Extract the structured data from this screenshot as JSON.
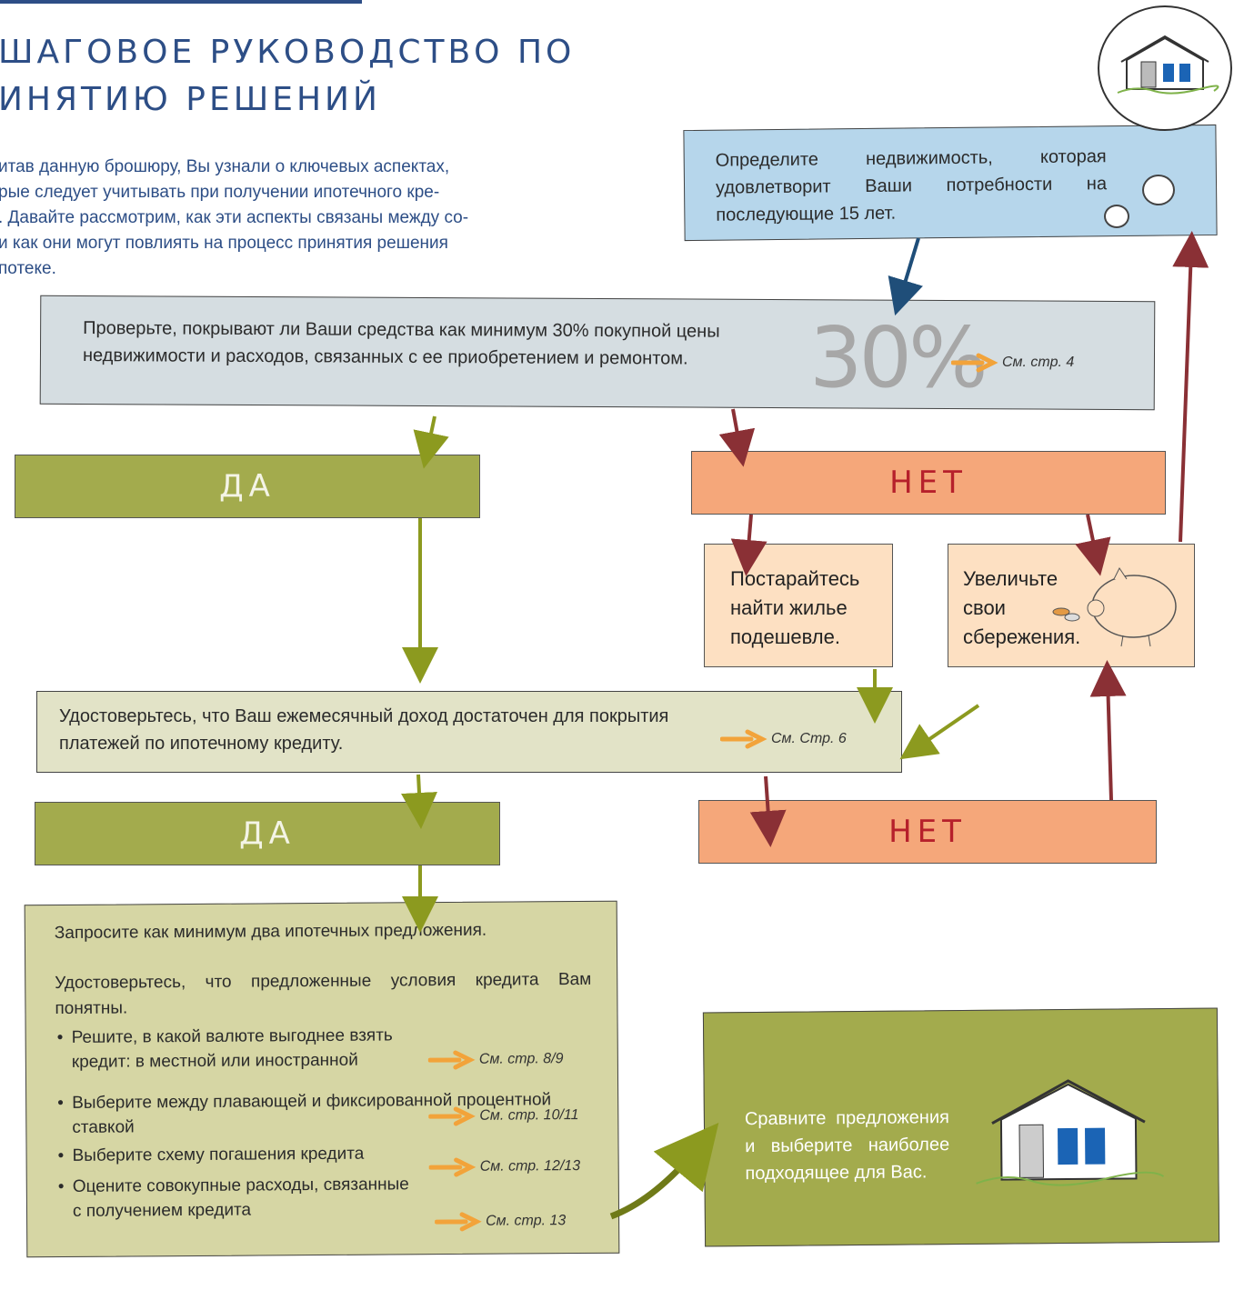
{
  "header": {
    "title_line1": "шаговое руководство по",
    "title_line2": "инятию решений"
  },
  "intro": "итав данную брошюру, Вы узнали о ключевых аспектах, рые следует учитывать при получении ипотечного кре- Давайте рассмотрим, как эти аспекты связаны между со- и как они могут повлиять на процесс принятия решения потеке.",
  "intro_lines": [
    "итав данную брошюру, Вы узнали о ключевых аспектах,",
    "рые следует учитывать при получении ипотечного кре-",
    ". Давайте рассмотрим, как эти аспекты связаны между со-",
    "и как они могут повлиять на процесс принятия решения",
    "потеке."
  ],
  "step_property": "Определите недвижимость, которая удовлетворит Ваши потребности на последующие 15 лет.",
  "step_funds": {
    "text": "Проверьте, покрывают ли Ваши средства как минимум 30% покупной цены недвижимости и расходов, связанных с ее приобретением и ремонтом.",
    "big_number": "30%",
    "ref": "См. стр. 4"
  },
  "yes_label": "Да",
  "no_label": "Нет",
  "option_cheaper": "Постарайтесь найти жилье подешевле.",
  "option_savings": "Увеличьте свои сбережения.",
  "step_income": {
    "text": "Удостоверьтесь, что Ваш ежемесячный доход достаточен для покрытия платежей по ипотечному кредиту.",
    "ref": "См. Стр. 6"
  },
  "step_offers": {
    "line1": "Запросите как минимум два ипотечных предложения.",
    "line2": "Удостоверьтесь, что предложенные условия кредита Вам понятны.",
    "bullets": [
      {
        "text": "Решите, в какой валюте выгоднее взять кредит: в местной или иностранной",
        "ref": "См. стр. 8/9"
      },
      {
        "text": "Выберите между плавающей и фиксированной процентной ставкой",
        "ref": "См. стр. 10/11"
      },
      {
        "text": "Выберите схему погашения кредита",
        "ref": "См. стр. 12/13"
      },
      {
        "text": "Оцените совокупные расходы, связанные с получением кредита",
        "ref": "См. стр. 13"
      }
    ],
    "bullet_mark": "•"
  },
  "step_final": "Сравните предложения и выберите наиболее подходящее для Вас.",
  "colors": {
    "title_blue": "#2d4e86",
    "green": "#a3ab4d",
    "orange": "#f5a77a",
    "red_arrow": "#8a3035",
    "green_arrow": "#8c9a1f",
    "blue_arrow": "#1f4e79",
    "ref_arrow": "#f2a33a"
  },
  "icons": [
    "house-icon",
    "piggy-bank-icon",
    "coins-icon",
    "reference-arrow-icon"
  ]
}
